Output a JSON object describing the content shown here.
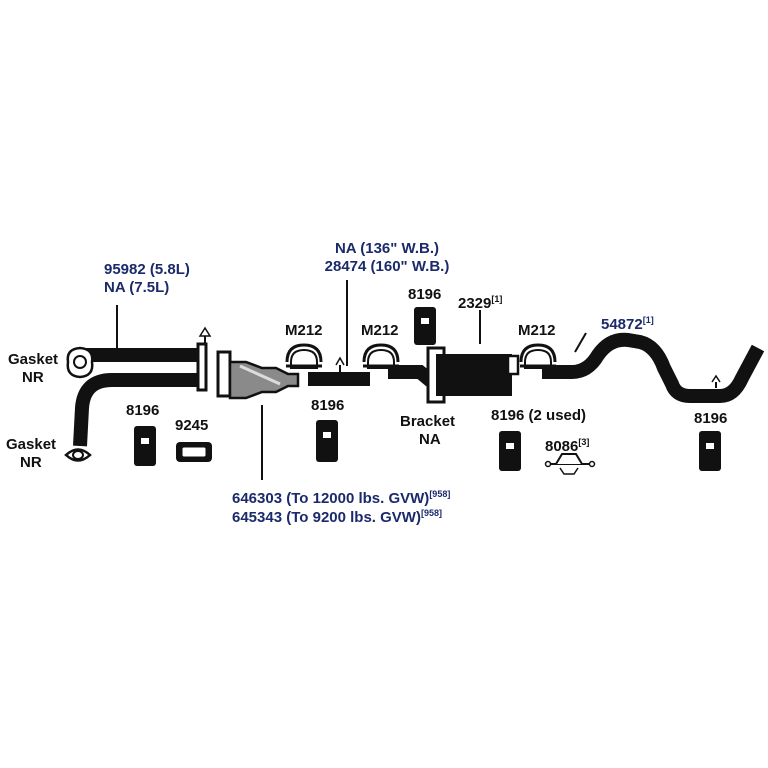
{
  "colors": {
    "navy": "#1b2a6b",
    "black": "#111111",
    "background": "#ffffff"
  },
  "labels": {
    "na_136": "NA (136\" W.B.)",
    "p28474": "28474 (160\" W.B.)",
    "p95982": "95982 (5.8L)",
    "na_75": "NA (7.5L)",
    "p8196_top": "8196",
    "p2329": "2329",
    "p2329_note": "[1]",
    "m212_a": "M212",
    "m212_b": "M212",
    "m212_c": "M212",
    "p54872": "54872",
    "p54872_note": "[1]",
    "gasket_top": "Gasket",
    "nr_top": "NR",
    "gasket_bottom": "Gasket",
    "nr_bottom": "NR",
    "p8196_left": "8196",
    "p9245": "9245",
    "p8196_mid": "8196",
    "bracket": "Bracket",
    "bracket_na": "NA",
    "p8196_2used": "8196 (2 used)",
    "p8086": "8086",
    "p8086_note": "[3]",
    "p8196_right": "8196",
    "p646303": "646303 (To 12000 lbs. GVW)",
    "p646303_note": "[958]",
    "p645343": "645343 (To 9200 lbs. GVW)",
    "p645343_note": "[958]"
  }
}
